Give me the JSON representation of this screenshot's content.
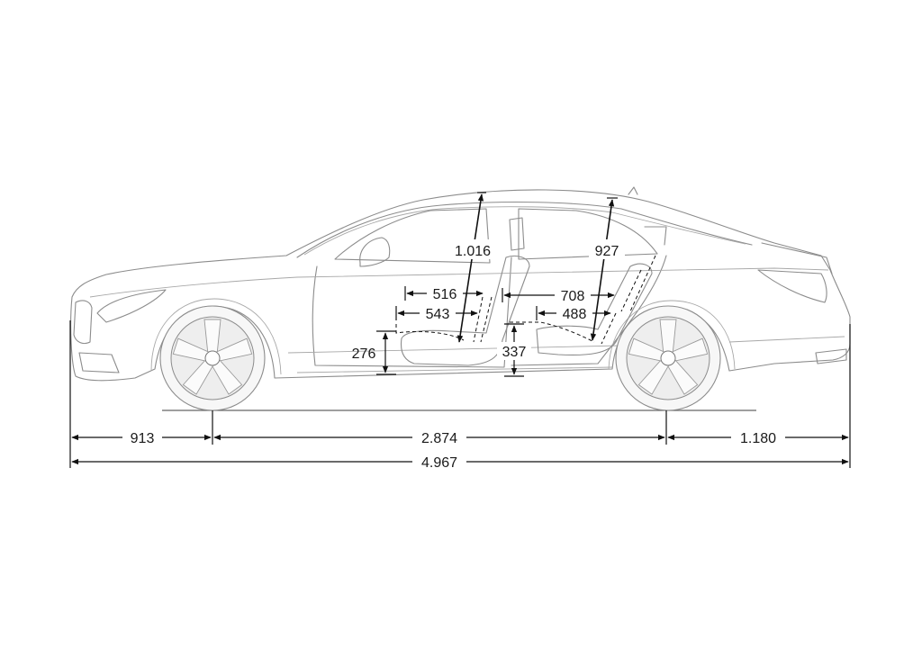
{
  "dimensions": {
    "front_overhang": "913",
    "wheelbase": "2.874",
    "rear_overhang": "1.180",
    "overall_length": "4.967",
    "front_headroom": "1.016",
    "rear_headroom": "927",
    "front_seat_depth": "516",
    "front_legroom": "543",
    "rear_knee_room": "708",
    "rear_seat_depth": "488",
    "front_seat_height": "276",
    "rear_seat_height": "337"
  },
  "colors": {
    "outline": "#8c8c8c",
    "dimension_lines": "#111111",
    "background": "#ffffff"
  }
}
